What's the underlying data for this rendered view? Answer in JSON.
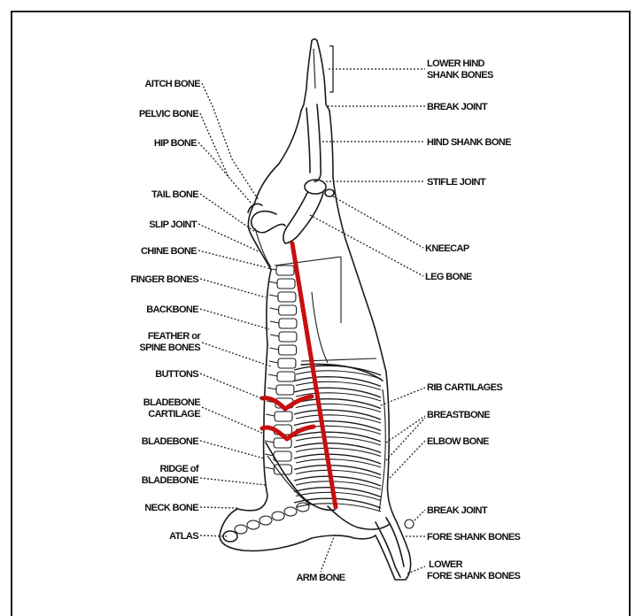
{
  "labels_left": {
    "aitch_bone": "AITCH BONE",
    "pelvic_bone": "PELVIC BONE",
    "hip_bone": "HIP BONE",
    "tail_bone": "TAIL BONE",
    "slip_joint": "SLIP JOINT",
    "chine_bone": "CHINE BONE",
    "finger_bones": "FINGER BONES",
    "backbone": "BACKBONE",
    "feather_line1": "FEATHER or",
    "feather_line2": "SPINE BONES",
    "buttons": "BUTTONS",
    "bladebone_cart_line1": "BLADEBONE",
    "bladebone_cart_line2": "CARTILAGE",
    "bladebone": "BLADEBONE",
    "ridge_line1": "RIDGE of",
    "ridge_line2": "BLADEBONE",
    "neck_bone": "NECK BONE",
    "atlas": "ATLAS"
  },
  "labels_right": {
    "lower_hind_line1": "LOWER HIND",
    "lower_hind_line2": "SHANK BONES",
    "break_joint_top": "BREAK JOINT",
    "hind_shank_bone": "HIND SHANK BONE",
    "stifle_joint": "STIFLE JOINT",
    "kneecap": "KNEECAP",
    "leg_bone": "LEG BONE",
    "rib_cartilages": "RIB CARTILAGES",
    "breastbone": "BREASTBONE",
    "elbow_bone": "ELBOW BONE",
    "break_joint_bottom": "BREAK JOINT",
    "fore_shank_bones": "FORE SHANK BONES",
    "lower_fore_line1": "LOWER",
    "lower_fore_line2": "FORE SHANK BONES"
  },
  "labels_bottom": {
    "arm_bone": "ARM BONE"
  },
  "colors": {
    "cut_line": "#c80f0f",
    "ink": "#1b1b1b",
    "background": "#ffffff"
  }
}
